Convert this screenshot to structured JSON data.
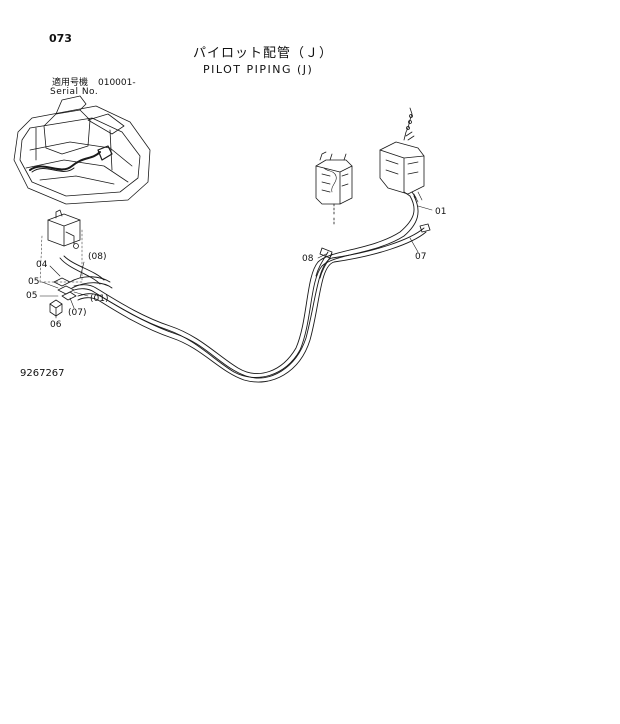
{
  "header": {
    "page_number": "073",
    "title_jp": "パイロット配管（Ｊ）",
    "title_en": "PILOT PIPING (J)",
    "serial_label_jp": "適用号機",
    "serial_range": "010001-",
    "serial_label_en": "Serial No."
  },
  "callouts": {
    "c01": "01",
    "c07": "07",
    "c08": "08",
    "c04": "04",
    "c05a": "05",
    "c05b": "05",
    "c06": "06",
    "c08p": "(08)",
    "c01p": "(01)",
    "c07p": "(07)"
  },
  "footer": {
    "drawing_number": "9267267"
  },
  "colors": {
    "line": "#1a1a1a",
    "background": "#ffffff"
  }
}
